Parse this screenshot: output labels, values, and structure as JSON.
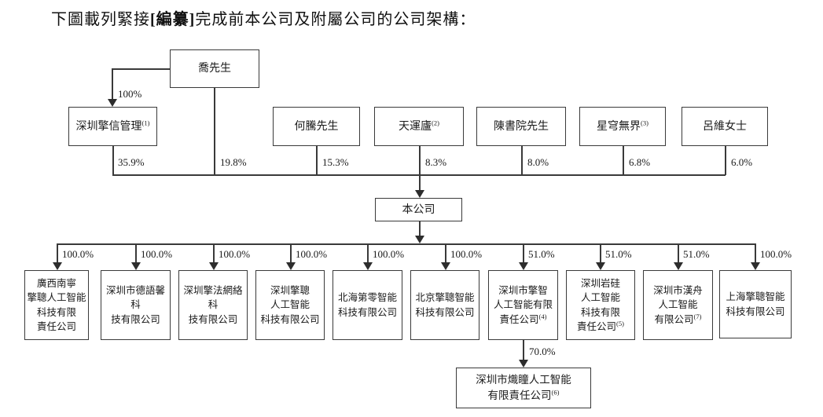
{
  "title": {
    "prefix": "下圖載列緊接",
    "bracketed_bold": "[編纂]",
    "suffix": "完成前本公司及附屬公司的公司架構："
  },
  "colors": {
    "ink": "#1a1a1a",
    "line": "#3a3a3a",
    "background": "#ffffff"
  },
  "diagram": {
    "root": {
      "label": "喬先生",
      "pct_to_company": "19.8%"
    },
    "management": {
      "label": "深圳擎信管理",
      "sup": "(1)",
      "pct_from_root": "100%",
      "pct_to_company": "35.9%"
    },
    "shareholders": [
      {
        "label": "何騰先生",
        "sup": "",
        "pct": "15.3%"
      },
      {
        "label": "天運廬",
        "sup": "(2)",
        "pct": "8.3%"
      },
      {
        "label": "陳書院先生",
        "sup": "",
        "pct": "8.0%"
      },
      {
        "label": "星穹無界",
        "sup": "(3)",
        "pct": "6.8%"
      },
      {
        "label": "呂維女士",
        "sup": "",
        "pct": "6.0%"
      }
    ],
    "company": {
      "label": "本公司"
    },
    "subsidiaries": [
      {
        "lines": [
          "廣西南寧",
          "擎聰人工智能",
          "科技有限",
          "責任公司"
        ],
        "sup": "",
        "pct": "100.0%"
      },
      {
        "lines": [
          "深圳市德語馨科",
          "技有限公司"
        ],
        "sup": "",
        "pct": "100.0%"
      },
      {
        "lines": [
          "深圳擎法網絡科",
          "技有限公司"
        ],
        "sup": "",
        "pct": "100.0%"
      },
      {
        "lines": [
          "深圳擎聰",
          "人工智能",
          "科技有限公司"
        ],
        "sup": "",
        "pct": "100.0%"
      },
      {
        "lines": [
          "北海第零智能",
          "科技有限公司"
        ],
        "sup": "",
        "pct": "100.0%"
      },
      {
        "lines": [
          "北京擎聰智能",
          "科技有限公司"
        ],
        "sup": "",
        "pct": "100.0%"
      },
      {
        "lines": [
          "深圳市擎智",
          "人工智能有限",
          "責任公司"
        ],
        "sup": "(4)",
        "pct": "51.0%"
      },
      {
        "lines": [
          "深圳岩硅",
          "人工智能",
          "科技有限",
          "責任公司"
        ],
        "sup": "(5)",
        "pct": "51.0%"
      },
      {
        "lines": [
          "深圳市漢舟",
          "人工智能",
          "有限公司"
        ],
        "sup": "(7)",
        "pct": "51.0%"
      },
      {
        "lines": [
          "上海擎聰智能",
          "科技有限公司"
        ],
        "sup": "",
        "pct": "100.0%"
      }
    ],
    "sub_subsidiary": {
      "lines": [
        "深圳市熾瞳人工智能",
        "有限責任公司"
      ],
      "sup": "(6)",
      "pct": "70.0%"
    }
  }
}
